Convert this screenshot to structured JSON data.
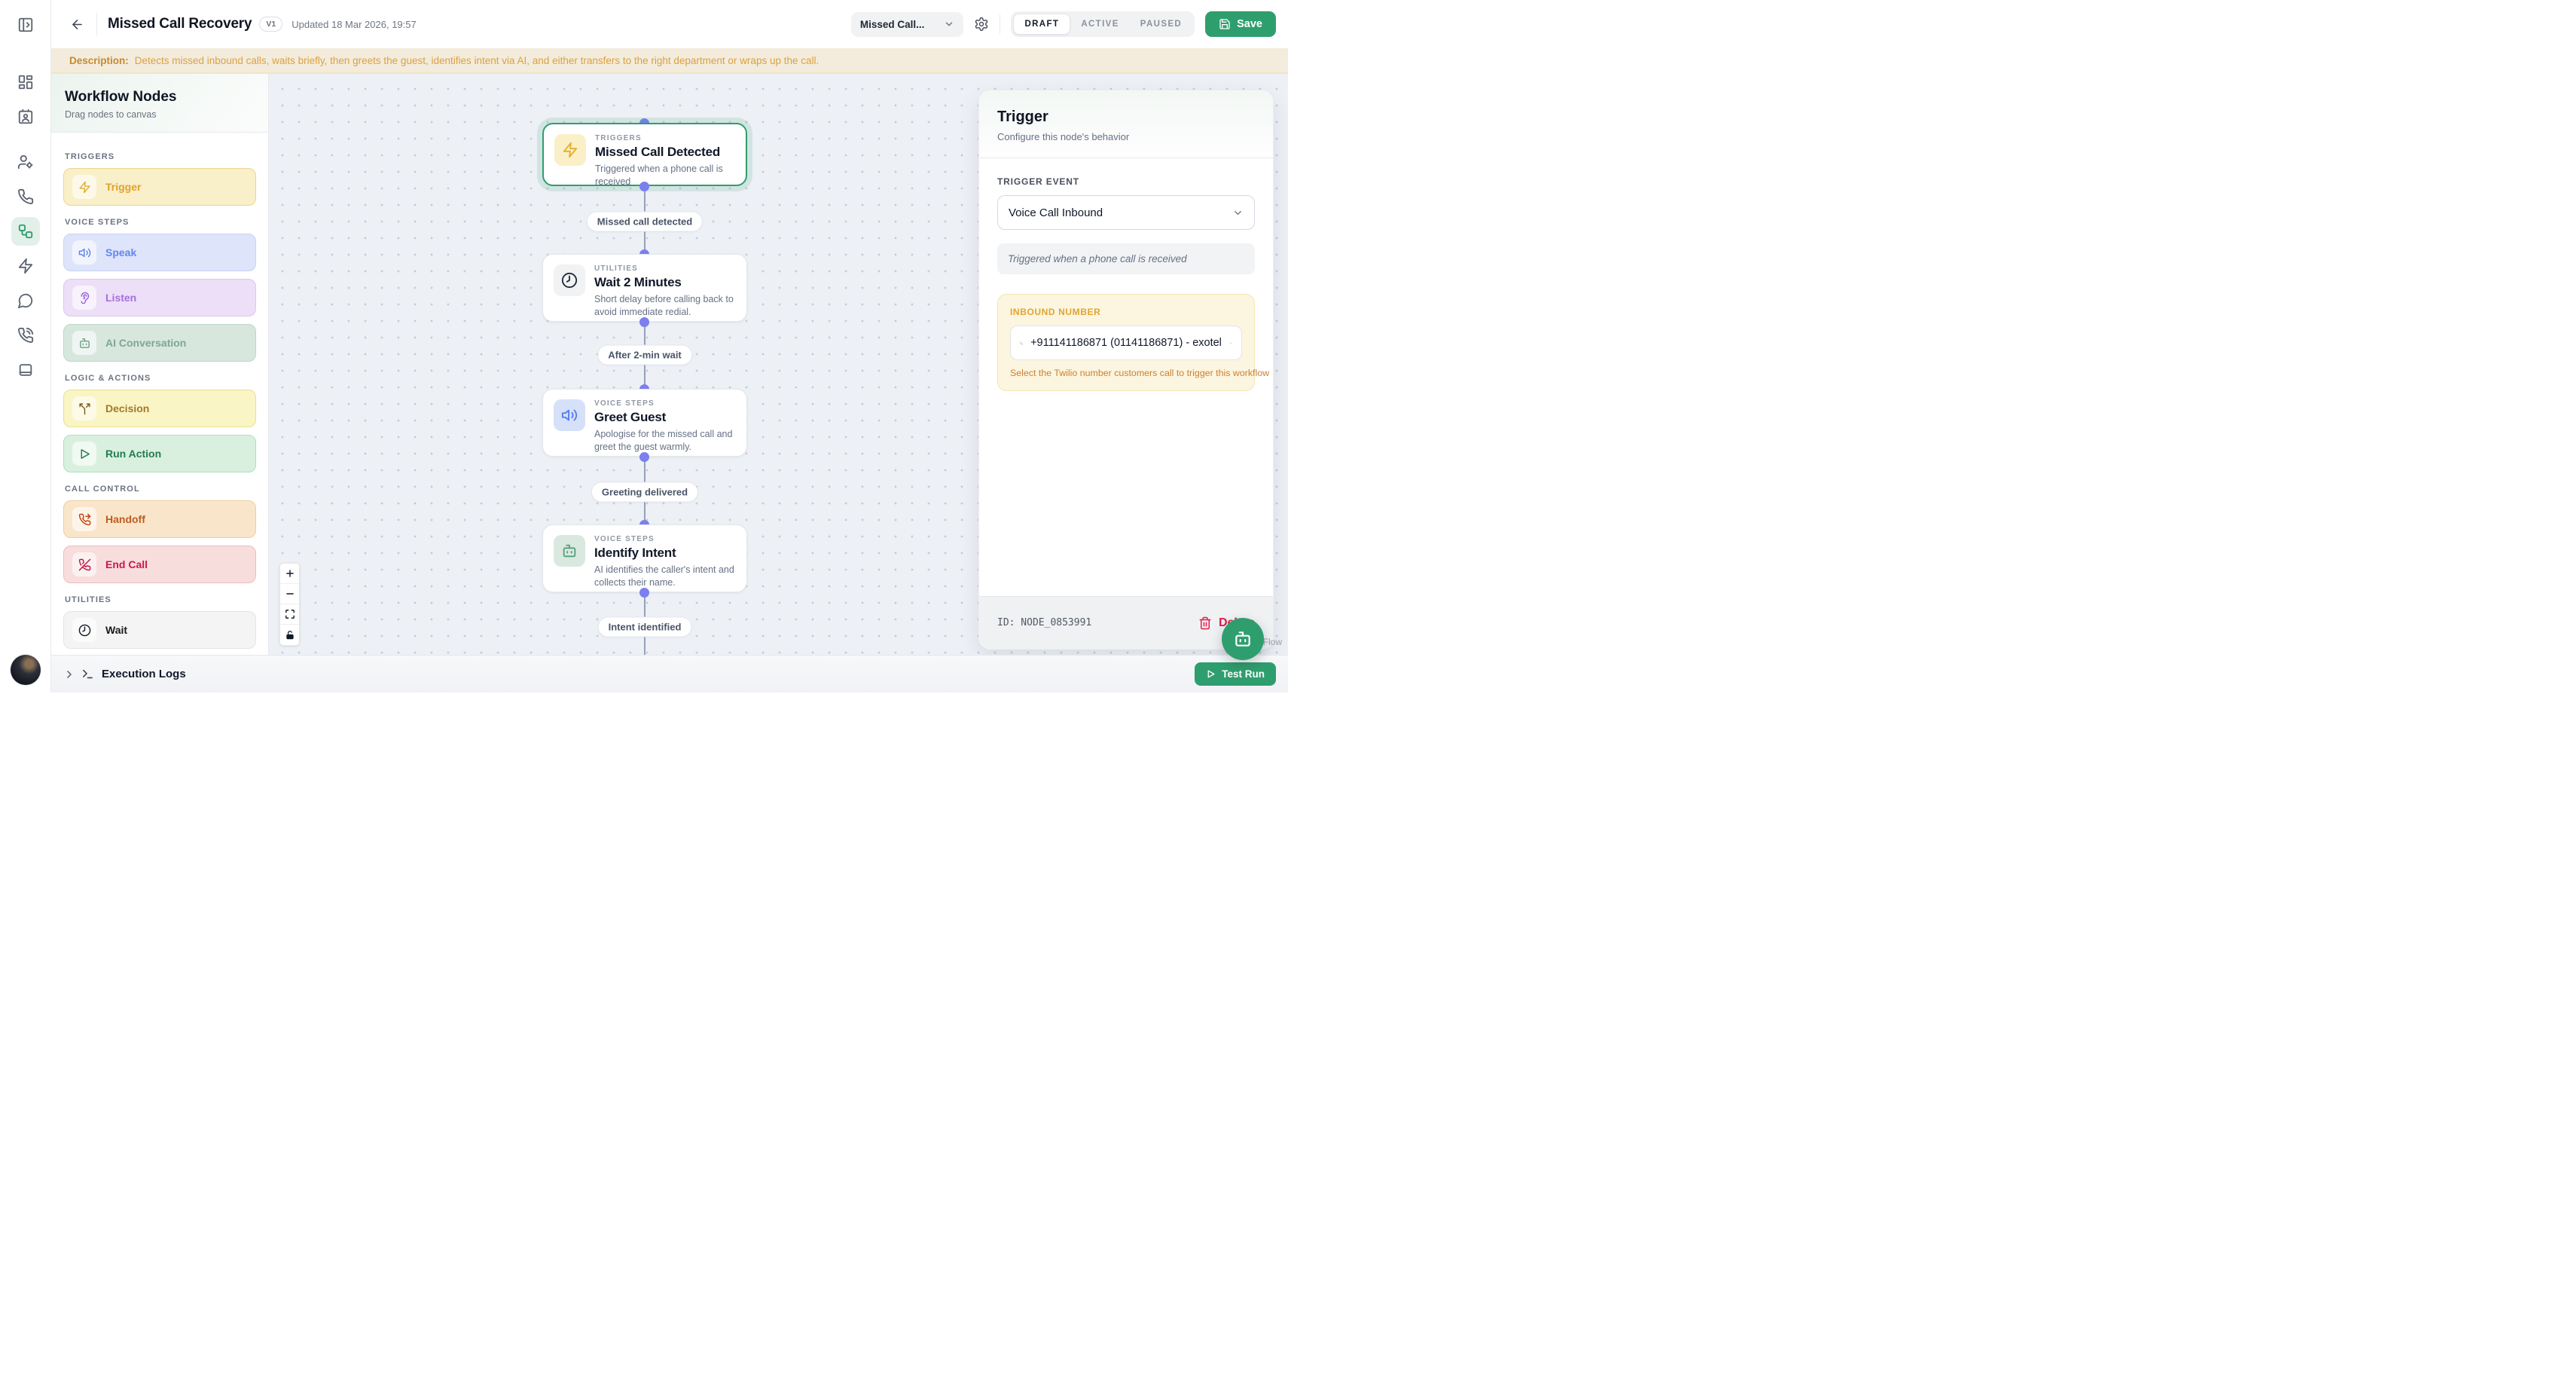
{
  "header": {
    "title": "Missed Call Recovery",
    "version_badge": "V1",
    "updated": "Updated 18 Mar 2026, 19:57",
    "workflow_select": "Missed Call...",
    "status_options": {
      "draft": "DRAFT",
      "active": "ACTIVE",
      "paused": "PAUSED"
    },
    "active_status": "DRAFT",
    "save_label": "Save"
  },
  "description_bar": {
    "label": "Description:",
    "text": "Detects missed inbound calls, waits briefly, then greets the guest, identifies intent via AI, and either transfers to the right department or wraps up the call."
  },
  "rail": {
    "icons": [
      "panel-left-open",
      "layout-dashboard",
      "id-card",
      "user-cog",
      "phone",
      "workflow",
      "zap",
      "message-circle",
      "phone-call",
      "notebook"
    ],
    "active_icon": "workflow"
  },
  "palette": {
    "title": "Workflow Nodes",
    "subtitle": "Drag nodes to canvas",
    "sections": [
      {
        "label": "TRIGGERS",
        "items": [
          {
            "label": "Trigger",
            "icon": "zap-icon"
          }
        ]
      },
      {
        "label": "VOICE STEPS",
        "items": [
          {
            "label": "Speak",
            "icon": "speaker-icon"
          },
          {
            "label": "Listen",
            "icon": "ear-icon"
          },
          {
            "label": "AI Conversation",
            "icon": "bot-icon"
          }
        ]
      },
      {
        "label": "LOGIC & ACTIONS",
        "items": [
          {
            "label": "Decision",
            "icon": "split-icon"
          },
          {
            "label": "Run Action",
            "icon": "play-icon"
          }
        ]
      },
      {
        "label": "CALL CONTROL",
        "items": [
          {
            "label": "Handoff",
            "icon": "phone-forward-icon"
          },
          {
            "label": "End Call",
            "icon": "phone-off-icon"
          }
        ]
      },
      {
        "label": "UTILITIES",
        "items": [
          {
            "label": "Wait",
            "icon": "clock-icon"
          }
        ]
      }
    ]
  },
  "canvas": {
    "nodes": [
      {
        "category": "TRIGGERS",
        "title": "Missed Call Detected",
        "desc": "Triggered when a phone call is received",
        "icon": "zap-icon",
        "selected": true
      },
      {
        "category": "UTILITIES",
        "title": "Wait 2 Minutes",
        "desc": "Short delay before calling back to avoid immediate redial.",
        "icon": "clock-icon",
        "selected": false
      },
      {
        "category": "VOICE STEPS",
        "title": "Greet Guest",
        "desc": "Apologise for the missed call and greet the guest warmly.",
        "icon": "speaker-icon",
        "selected": false
      },
      {
        "category": "VOICE STEPS",
        "title": "Identify Intent",
        "desc": "AI identifies the caller's intent and collects their name.",
        "icon": "bot-icon",
        "selected": false
      }
    ],
    "edge_labels": [
      "Missed call detected",
      "After 2-min wait",
      "Greeting delivered",
      "Intent identified"
    ],
    "attribution": "React Flow"
  },
  "inspector": {
    "title": "Trigger",
    "subtitle": "Configure this node's behavior",
    "trigger_event_label": "TRIGGER EVENT",
    "trigger_event_value": "Voice Call Inbound",
    "trigger_note": "Triggered when a phone call is received",
    "inbound_label": "INBOUND NUMBER",
    "inbound_value": "+911141186871 (01141186871) - exotel",
    "inbound_help": "Select the Twilio number customers call to trigger this workflow",
    "node_id": "ID: NODE_0853991",
    "delete_label": "Delete"
  },
  "footer": {
    "execution_logs": "Execution Logs",
    "test_run": "Test Run"
  },
  "colors": {
    "accent_green": "#2f9e6e",
    "handle_purple": "#7b7ff0",
    "canvas_bg": "#edf0f5",
    "description_bg": "#f3ecdc",
    "description_text": "#dda040",
    "inbound_bg": "#fcf5df",
    "delete_red": "#e11d48"
  }
}
